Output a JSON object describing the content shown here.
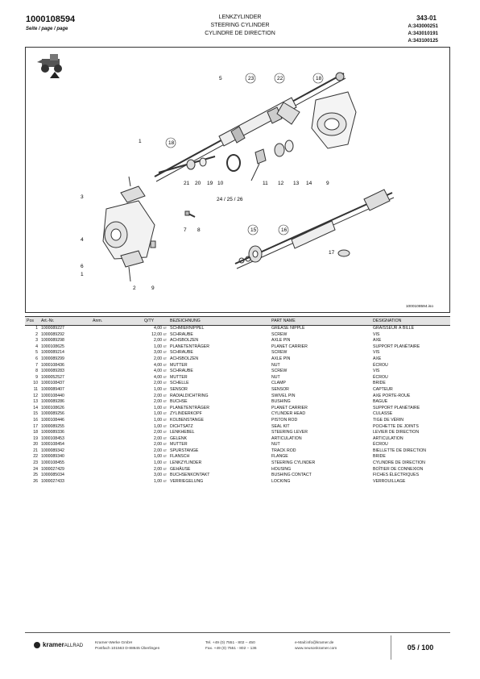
{
  "header": {
    "doc_number": "1000108594",
    "page_label": "Seite / page / page",
    "title_de": "LENKZYLINDER",
    "title_en": "STEERING CYLINDER",
    "title_fr": "CYLINDRE DE DIRECTION",
    "group_code": "343-01",
    "refs": [
      "A:343000251",
      "A:343010191",
      "A:343100125"
    ]
  },
  "diagram": {
    "code": "1000108594.iso",
    "callouts": [
      "1",
      "2",
      "3",
      "4",
      "5",
      "6",
      "7",
      "8",
      "9",
      "10",
      "11",
      "12",
      "13",
      "14",
      "15",
      "16",
      "17",
      "18",
      "18",
      "19",
      "20",
      "21",
      "22",
      "23",
      "24 / 25 / 26",
      "1",
      "2",
      "9"
    ]
  },
  "table": {
    "headers": [
      "Pos",
      "Art.-Nr.",
      "Anm.",
      "Q/TY",
      "BEZEICHNUNG",
      "PART NAME",
      "DESIGNATION"
    ],
    "unit": "ST",
    "rows": [
      [
        "1",
        "1000089227",
        "",
        "4,00",
        "SCHMIERNIPPEL",
        "GREASE NIPPLE",
        "GRAISSEUR À BILLE"
      ],
      [
        "2",
        "1000089292",
        "",
        "12,00",
        "SCHRAUBE",
        "SCREW",
        "VIS"
      ],
      [
        "3",
        "1000089298",
        "",
        "2,00",
        "ACHSBOLZEN",
        "AXLE PIN",
        "AXE"
      ],
      [
        "4",
        "1000108625",
        "",
        "1,00",
        "PLANETENTRÄGER",
        "PLANET CARRIER",
        "SUPPORT PLANÉTAIRE"
      ],
      [
        "5",
        "1000089214",
        "",
        "3,00",
        "SCHRAUBE",
        "SCREW",
        "VIS"
      ],
      [
        "6",
        "1000089299",
        "",
        "2,00",
        "ACHSBOLZEN",
        "AXLE PIN",
        "AXE"
      ],
      [
        "7",
        "1000108436",
        "",
        "4,00",
        "MUTTER",
        "NUT",
        "ÉCROU"
      ],
      [
        "8",
        "1000089283",
        "",
        "4,00",
        "SCHRAUBE",
        "SCREW",
        "VIS"
      ],
      [
        "9",
        "1000052527",
        "",
        "4,00",
        "MUTTER",
        "NUT",
        "ÉCROU"
      ],
      [
        "10",
        "1000108437",
        "",
        "2,00",
        "SCHELLE",
        "CLAMP",
        "BRIDE"
      ],
      [
        "11",
        "1000089407",
        "",
        "1,00",
        "SENSOR",
        "SENSOR",
        "CAPTEUR"
      ],
      [
        "12",
        "1000108440",
        "",
        "2,00",
        "RADIALDICHTRING",
        "SWIVEL PIN",
        "AXE PORTE-ROUE"
      ],
      [
        "13",
        "1000089286",
        "",
        "2,00",
        "BUCHSE",
        "BUSHING",
        "BAGUE"
      ],
      [
        "14",
        "1000108626",
        "",
        "1,00",
        "PLANETENTRÄGER",
        "PLANET CARRIER",
        "SUPPORT PLANÉTAIRE"
      ],
      [
        "15",
        "1000089256",
        "",
        "1,00",
        "ZYLINDERKOPF",
        "CYLINDER HEAD",
        "CULASSE"
      ],
      [
        "16",
        "1000108446",
        "",
        "1,00",
        "KOLBENSTANGE",
        "PISTON ROD",
        "TIGE DE VÉRIN"
      ],
      [
        "17",
        "1000089255",
        "",
        "1,00",
        "DICHTSATZ",
        "SEAL KIT",
        "POCHETTE DE JOINTS"
      ],
      [
        "18",
        "1000089336",
        "",
        "2,00",
        "LENKHEBEL",
        "STEERING LEVER",
        "LEVIER DE DIRECTION"
      ],
      [
        "19",
        "1000108453",
        "",
        "2,00",
        "GELENK",
        "ARTICULATION",
        "ARTICULATION"
      ],
      [
        "20",
        "1000108454",
        "",
        "2,00",
        "MUTTER",
        "NUT",
        "ÉCROU"
      ],
      [
        "21",
        "1000089342",
        "",
        "2,00",
        "SPURSTANGE",
        "TRACK ROD",
        "BIELLETTE DE DIRECTION"
      ],
      [
        "22",
        "1000089340",
        "",
        "1,00",
        "FLANSCH",
        "FLANGE",
        "BRIDE"
      ],
      [
        "23",
        "1000108455",
        "",
        "1,00",
        "LENKZYLINDER",
        "STEERING CYLINDER",
        "CYLINDRE DE DIRECTION"
      ],
      [
        "24",
        "1000027429",
        "",
        "2,00",
        "GEHÄUSE",
        "HOUSING",
        "BOÎTIER DE CONNEXION"
      ],
      [
        "25",
        "1000085034",
        "",
        "3,00",
        "BUCHSENKONTAKT",
        "BUSHING CONTACT",
        "FICHES ÉLECTRIQUES"
      ],
      [
        "26",
        "1000027433",
        "",
        "1,00",
        "VERRIEGELUNG",
        "LOCKING",
        "VERROUILLAGE"
      ]
    ]
  },
  "footer": {
    "brand_bold": "kramer",
    "brand_light": "ALLRAD",
    "company_line1": "Kramer-Werke GmbH",
    "company_line2": "Postfach 101563 D-88645 Überlingen",
    "phone": "Tel. +49 (0) 7551 - 802 – 450",
    "fax": "Fax. +49 (0) 7551 - 802 – 136",
    "email": "e-Mail:info@kramer.de",
    "web": "www.neusonkramer.com",
    "page_number": "05 / 100"
  }
}
